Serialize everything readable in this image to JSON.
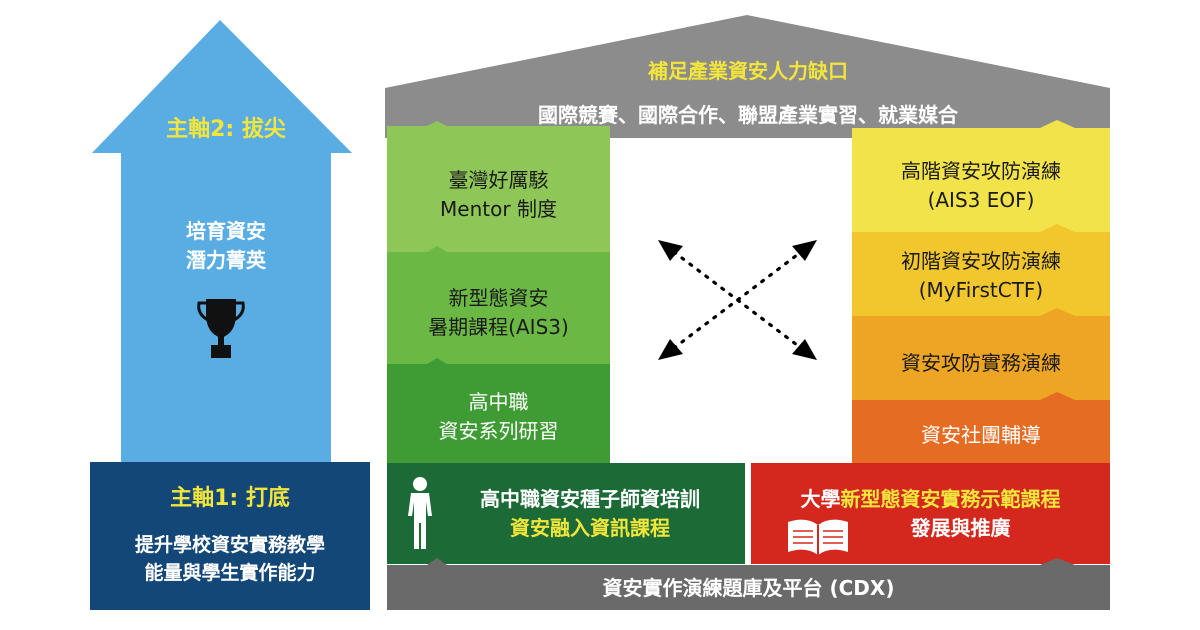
{
  "arrow": {
    "title": "主軸2: 拔尖",
    "subtitle_line1": "培育資安",
    "subtitle_line2": "潛力菁英",
    "icon": "trophy-icon"
  },
  "base": {
    "title": "主軸1: 打底",
    "line1": "提升學校資安實務教學",
    "line2": "能量與學生實作能力"
  },
  "roof": {
    "title": "補足產業資安人力缺口",
    "subtitle": "國際競賽、國際合作、聯盟產業實習、就業媒合"
  },
  "left_column": [
    {
      "line1": "臺灣好厲駭",
      "line2": "Mentor 制度"
    },
    {
      "line1": "新型態資安",
      "line2": "暑期課程(AIS3)"
    },
    {
      "line1": "高中職",
      "line2": "資安系列研習"
    }
  ],
  "right_column": [
    {
      "line1": "高階資安攻防演練",
      "line2": "(AIS3 EOF)"
    },
    {
      "line1": "初階資安攻防演練",
      "line2": "(MyFirstCTF)"
    },
    {
      "line1": "資安攻防實務演練",
      "line2": ""
    },
    {
      "line1": "資安社團輔導",
      "line2": ""
    }
  ],
  "bottom_left": {
    "line1": "高中職資安種子師資培訓",
    "line2": "資安融入資訊課程",
    "icon": "person-icon"
  },
  "bottom_right": {
    "line1_prefix": "大學",
    "line1_highlight": "新型態資安實務示範課程",
    "line2": "發展與推廣",
    "icon": "book-icon"
  },
  "platform": {
    "label": "資安實作演練題庫及平台 (CDX)"
  },
  "colors": {
    "arrow_blue": "#5aade3",
    "base_navy": "#134777",
    "roof_gray": "#8c8c8c",
    "platform_gray": "#6a6a6a",
    "title_yellow": "#f2e53c",
    "green_light": "#8ec657",
    "green_mid": "#6cb844",
    "green_dark": "#3f9c35",
    "green_panel": "#1c6b37",
    "red_panel": "#d4281e",
    "yellow_top": "#f3e34a",
    "yellow_2": "#f2c72e",
    "orange_3": "#eea523",
    "orange_4": "#e46d23"
  }
}
